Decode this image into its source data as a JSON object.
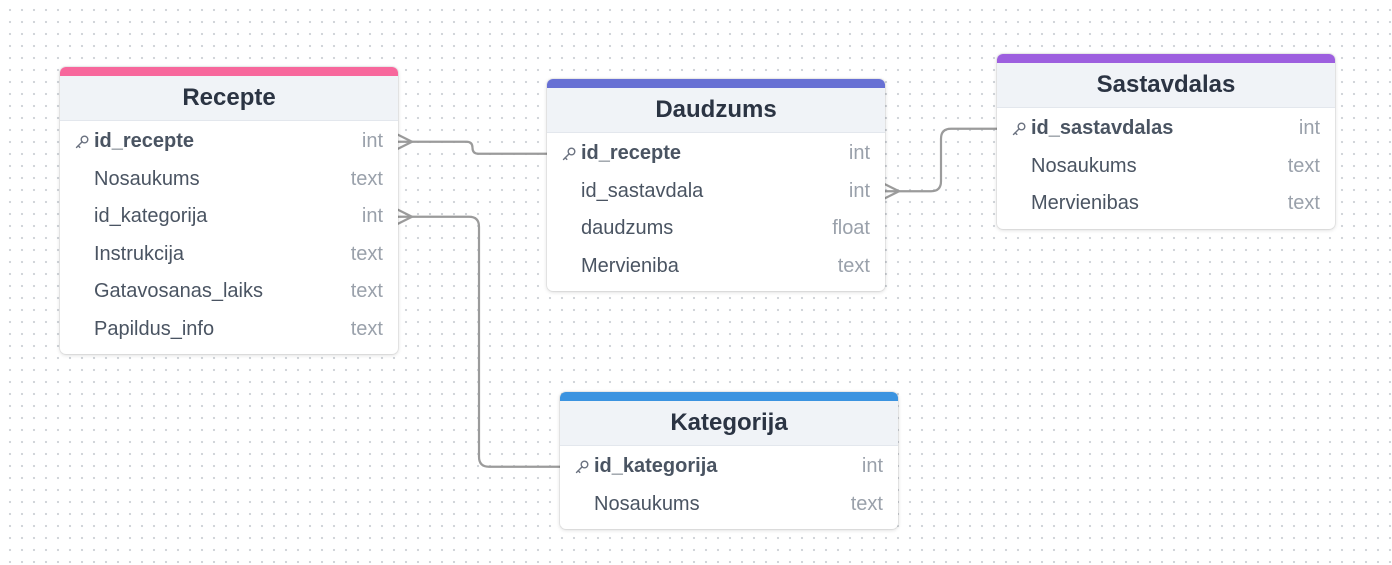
{
  "tables": [
    {
      "id": "recepte",
      "title": "Recepte",
      "accent": "#f7679c",
      "fields": [
        {
          "name": "id_recepte",
          "type": "int",
          "pk": true
        },
        {
          "name": "Nosaukums",
          "type": "text"
        },
        {
          "name": "id_kategorija",
          "type": "int"
        },
        {
          "name": "Instrukcija",
          "type": "text"
        },
        {
          "name": "Gatavosanas_laiks",
          "type": "text"
        },
        {
          "name": "Papildus_info",
          "type": "text"
        }
      ]
    },
    {
      "id": "daudzums",
      "title": "Daudzums",
      "accent": "#6770d4",
      "fields": [
        {
          "name": "id_recepte",
          "type": "int",
          "pk": true
        },
        {
          "name": "id_sastavdala",
          "type": "int"
        },
        {
          "name": "daudzums",
          "type": "float"
        },
        {
          "name": "Mervieniba",
          "type": "text"
        }
      ]
    },
    {
      "id": "sastavdalas",
      "title": "Sastavdalas",
      "accent": "#9d5fdf",
      "fields": [
        {
          "name": "id_sastavdalas",
          "type": "int",
          "pk": true
        },
        {
          "name": "Nosaukums",
          "type": "text"
        },
        {
          "name": "Mervienibas",
          "type": "text"
        }
      ]
    },
    {
      "id": "kategorija",
      "title": "Kategorija",
      "accent": "#3b93e0",
      "fields": [
        {
          "name": "id_kategorija",
          "type": "int",
          "pk": true
        },
        {
          "name": "Nosaukums",
          "type": "text"
        }
      ]
    }
  ],
  "relationships": [
    {
      "from": "recepte.id_recepte",
      "to": "daudzums.id_recepte",
      "cardinality": "many-to-one"
    },
    {
      "from": "recepte.id_kategorija",
      "to": "kategorija.id_kategorija",
      "cardinality": "many-to-one"
    },
    {
      "from": "daudzums.id_sastavdala",
      "to": "sastavdalas.id_sastavdalas",
      "cardinality": "many-to-one"
    }
  ],
  "colors": {
    "connector": "#9b9b9b",
    "key_icon": "#6b7280"
  },
  "icons": {
    "primary_key": "key-icon"
  }
}
